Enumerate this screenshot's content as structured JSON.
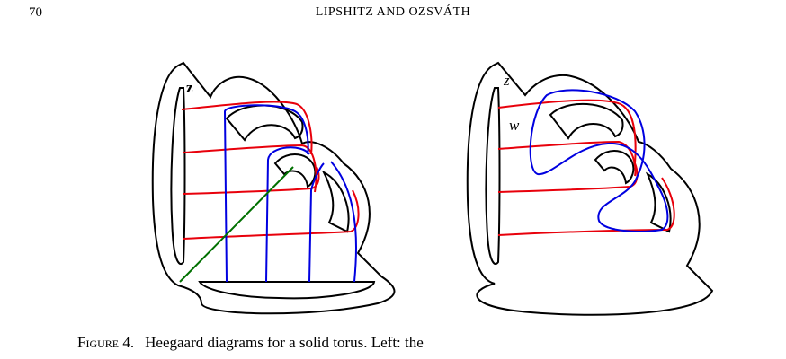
{
  "header": {
    "page_number": "70",
    "running_head": "LIPSHITZ AND OZSVÁTH"
  },
  "figure_left": {
    "basepoint_label": "z"
  },
  "figure_right": {
    "basepoint_label": "z",
    "second_basepoint_label": "w"
  },
  "caption": {
    "label": "Figure 4.",
    "text": "Heegaard diagrams for a solid torus. Left: the",
    "note": "caption partially cut off at bottom edge"
  },
  "colors": {
    "alpha_curves": "#e8000b",
    "beta_curves": "#0000e0",
    "diagonal_arc": "#007000",
    "surface_outline": "#000000"
  }
}
